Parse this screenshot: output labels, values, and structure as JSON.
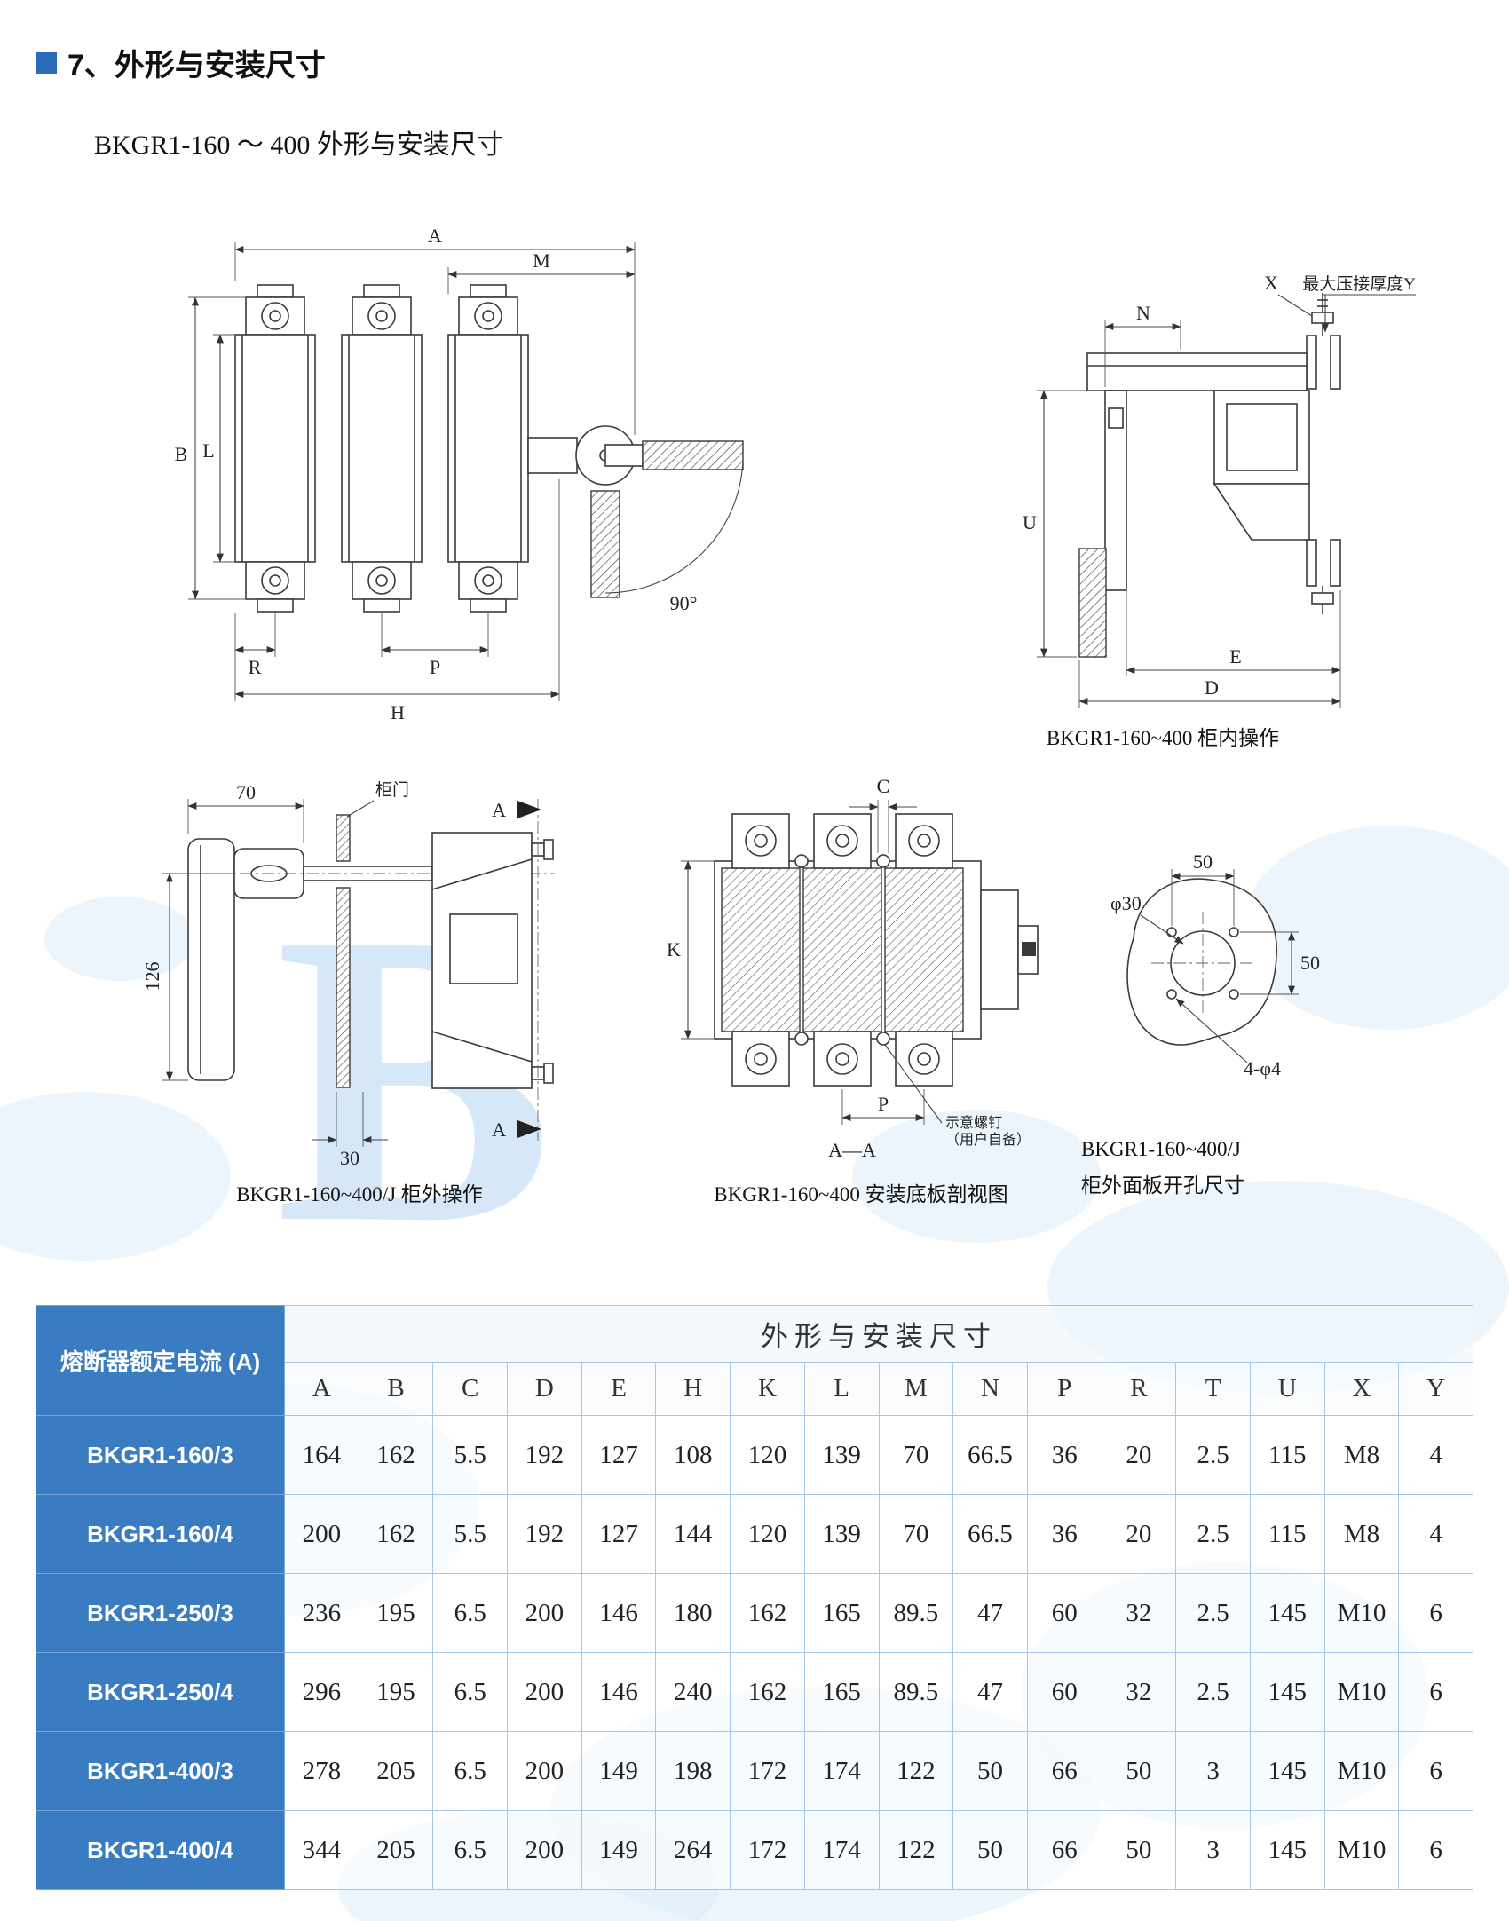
{
  "page": {
    "section_title": "7、外形与安装尺寸",
    "subtitle": "BKGR1-160 ～ 400 外形与安装尺寸",
    "watermark_letter": "B"
  },
  "colors": {
    "header_blue": "#3A7CC1",
    "border_light": "#A6C8E6",
    "bullet_blue": "#2B6CB8",
    "watermark_light": "#DCECF9",
    "watermark_letter": "#CFE3F6",
    "line_dark": "#3A3A3A"
  },
  "diagrams": {
    "front_view": {
      "dim_A": "A",
      "dim_M": "M",
      "dim_B": "B",
      "dim_L": "L",
      "dim_R": "R",
      "dim_P": "P",
      "dim_H": "H",
      "angle": "90°"
    },
    "inside_op": {
      "caption": "BKGR1-160~400 柜内操作",
      "dim_X": "X",
      "label_Y": "最大压接厚度Y",
      "dim_N": "N",
      "dim_U": "U",
      "dim_E": "E",
      "dim_D": "D"
    },
    "outside_op": {
      "caption": "BKGR1-160~400/J 柜外操作",
      "label_door": "柜门",
      "dim_70": "70",
      "dim_126": "126",
      "dim_30": "30",
      "section_mark": "A"
    },
    "base_plate": {
      "caption": "BKGR1-160~400 安装底板剖视图",
      "dim_C": "C",
      "dim_K": "K",
      "dim_P": "P",
      "section_label": "A—A",
      "screw_note_1": "示意螺钉",
      "screw_note_2": "（用户自备）"
    },
    "panel_cutout": {
      "caption_line1": "BKGR1-160~400/J",
      "caption_line2": "柜外面板开孔尺寸",
      "dim_d30": "φ30",
      "dim_50_top": "50",
      "dim_50_right": "50",
      "dim_holes": "4-φ4"
    }
  },
  "table": {
    "row_header_title": "熔断器额定电流 (A)",
    "group_title": "外形与安装尺寸",
    "columns": [
      "A",
      "B",
      "C",
      "D",
      "E",
      "H",
      "K",
      "L",
      "M",
      "N",
      "P",
      "R",
      "T",
      "U",
      "X",
      "Y"
    ],
    "rows": [
      {
        "model": "BKGR1-160/3",
        "values": [
          "164",
          "162",
          "5.5",
          "192",
          "127",
          "108",
          "120",
          "139",
          "70",
          "66.5",
          "36",
          "20",
          "2.5",
          "115",
          "M8",
          "4"
        ]
      },
      {
        "model": "BKGR1-160/4",
        "values": [
          "200",
          "162",
          "5.5",
          "192",
          "127",
          "144",
          "120",
          "139",
          "70",
          "66.5",
          "36",
          "20",
          "2.5",
          "115",
          "M8",
          "4"
        ]
      },
      {
        "model": "BKGR1-250/3",
        "values": [
          "236",
          "195",
          "6.5",
          "200",
          "146",
          "180",
          "162",
          "165",
          "89.5",
          "47",
          "60",
          "32",
          "2.5",
          "145",
          "M10",
          "6"
        ]
      },
      {
        "model": "BKGR1-250/4",
        "values": [
          "296",
          "195",
          "6.5",
          "200",
          "146",
          "240",
          "162",
          "165",
          "89.5",
          "47",
          "60",
          "32",
          "2.5",
          "145",
          "M10",
          "6"
        ]
      },
      {
        "model": "BKGR1-400/3",
        "values": [
          "278",
          "205",
          "6.5",
          "200",
          "149",
          "198",
          "172",
          "174",
          "122",
          "50",
          "66",
          "50",
          "3",
          "145",
          "M10",
          "6"
        ]
      },
      {
        "model": "BKGR1-400/4",
        "values": [
          "344",
          "205",
          "6.5",
          "200",
          "149",
          "264",
          "172",
          "174",
          "122",
          "50",
          "66",
          "50",
          "3",
          "145",
          "M10",
          "6"
        ]
      }
    ]
  }
}
